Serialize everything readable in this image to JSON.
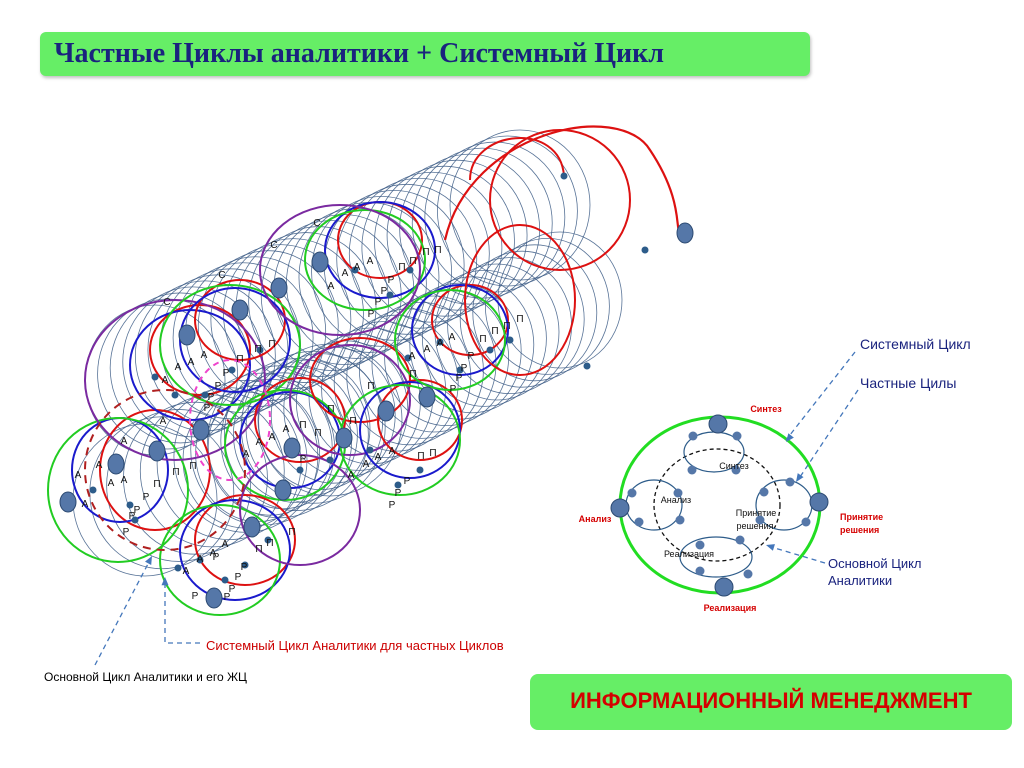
{
  "title": "Частные Циклы аналитики + Системный Цикл",
  "footer": "ИНФОРМАЦИОННЫЙ  МЕНЕДЖМЕНТ",
  "annotations": {
    "system_cycle": "Системный Цикл",
    "private_cycles": "Частные Цилы",
    "main_cycle_analytics": "Основной Цикл\nАналитики",
    "system_cycle_for_private": "Системный Цикл Аналитики для частных Циклов",
    "main_cycle_lifecycle": "Основной Цикл Аналитики и его ЖЦ"
  },
  "schema": {
    "outer": {
      "synthesis": "Синтез",
      "analysis": "Анализ",
      "decision": "Принятие\nрешения",
      "realization": "Реализация"
    },
    "inner": {
      "synthesis": "Синтез",
      "analysis": "Анализ",
      "decision": "Принятие\nрешения",
      "realization": "Реализация"
    }
  },
  "letters": {
    "s": "С",
    "a": "А",
    "p": "П",
    "r": "Р"
  },
  "colors": {
    "title_bg": "#66ee66",
    "title_text": "#1a237e",
    "footer_text": "#d50000",
    "red": "#dd1111",
    "blue": "#1a1acc",
    "green": "#22cc22",
    "purple": "#7a2aa0",
    "magenta": "#ee44cc",
    "steel": "#3b5a85",
    "node": "#5577a8"
  }
}
